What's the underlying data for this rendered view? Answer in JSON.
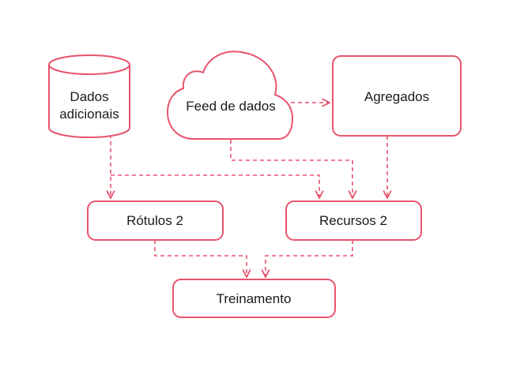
{
  "nodes": {
    "dados_adicionais": {
      "line1": "Dados",
      "line2": "adicionais"
    },
    "feed_de_dados": "Feed de dados",
    "agregados": "Agregados",
    "rotulos": "Rótulos 2",
    "recursos": "Recursos 2",
    "treinamento": "Treinamento"
  },
  "colors": {
    "accent": "#e8546e",
    "text": "#1a1a1a",
    "background": "#ffffff"
  }
}
